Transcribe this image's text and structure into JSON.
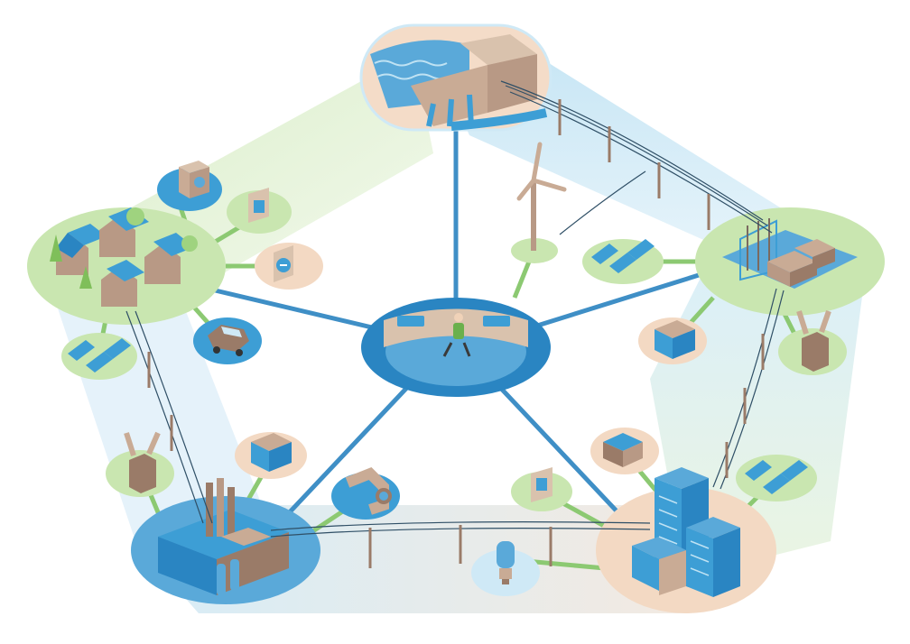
{
  "diagram": {
    "center": {
      "icon": "control-room-operator-icon"
    },
    "hubs": [
      {
        "id": "hydro",
        "icon": "hydro-dam-icon"
      },
      {
        "id": "substation",
        "icon": "substation-icon"
      },
      {
        "id": "city",
        "icon": "office-buildings-icon"
      },
      {
        "id": "industry",
        "icon": "factory-icon"
      },
      {
        "id": "homes",
        "icon": "houses-icon"
      }
    ],
    "satellites": [
      {
        "id": "wind",
        "icon": "wind-turbine-icon"
      },
      {
        "id": "solar-ne",
        "icon": "solar-panels-icon"
      },
      {
        "id": "battery-e",
        "icon": "battery-icon"
      },
      {
        "id": "transformer-e",
        "icon": "transformer-icon"
      },
      {
        "id": "storage-units",
        "icon": "storage-units-icon"
      },
      {
        "id": "solar-se",
        "icon": "solar-panels-icon"
      },
      {
        "id": "smart-panel",
        "icon": "control-panel-icon"
      },
      {
        "id": "led-bulb",
        "icon": "light-bulb-icon"
      },
      {
        "id": "pipe",
        "icon": "pipe-icon"
      },
      {
        "id": "battery-w",
        "icon": "battery-icon"
      },
      {
        "id": "transformer-w",
        "icon": "transformer-icon"
      },
      {
        "id": "solar-w",
        "icon": "solar-panels-icon"
      },
      {
        "id": "ev",
        "icon": "electric-car-icon"
      },
      {
        "id": "thermostat",
        "icon": "thermostat-icon"
      },
      {
        "id": "smart-meter",
        "icon": "smart-meter-icon"
      },
      {
        "id": "washer",
        "icon": "washing-machine-icon"
      }
    ],
    "colors": {
      "blue": "#3d9ed5",
      "blue_dark": "#1f7fc0",
      "blue_light": "#cfe9f6",
      "green": "#c9e6b0",
      "green_band": "#e4f2d6",
      "tan": "#f3d9c3",
      "brown": "#9a7b68",
      "line": "#3f8fc6"
    }
  }
}
